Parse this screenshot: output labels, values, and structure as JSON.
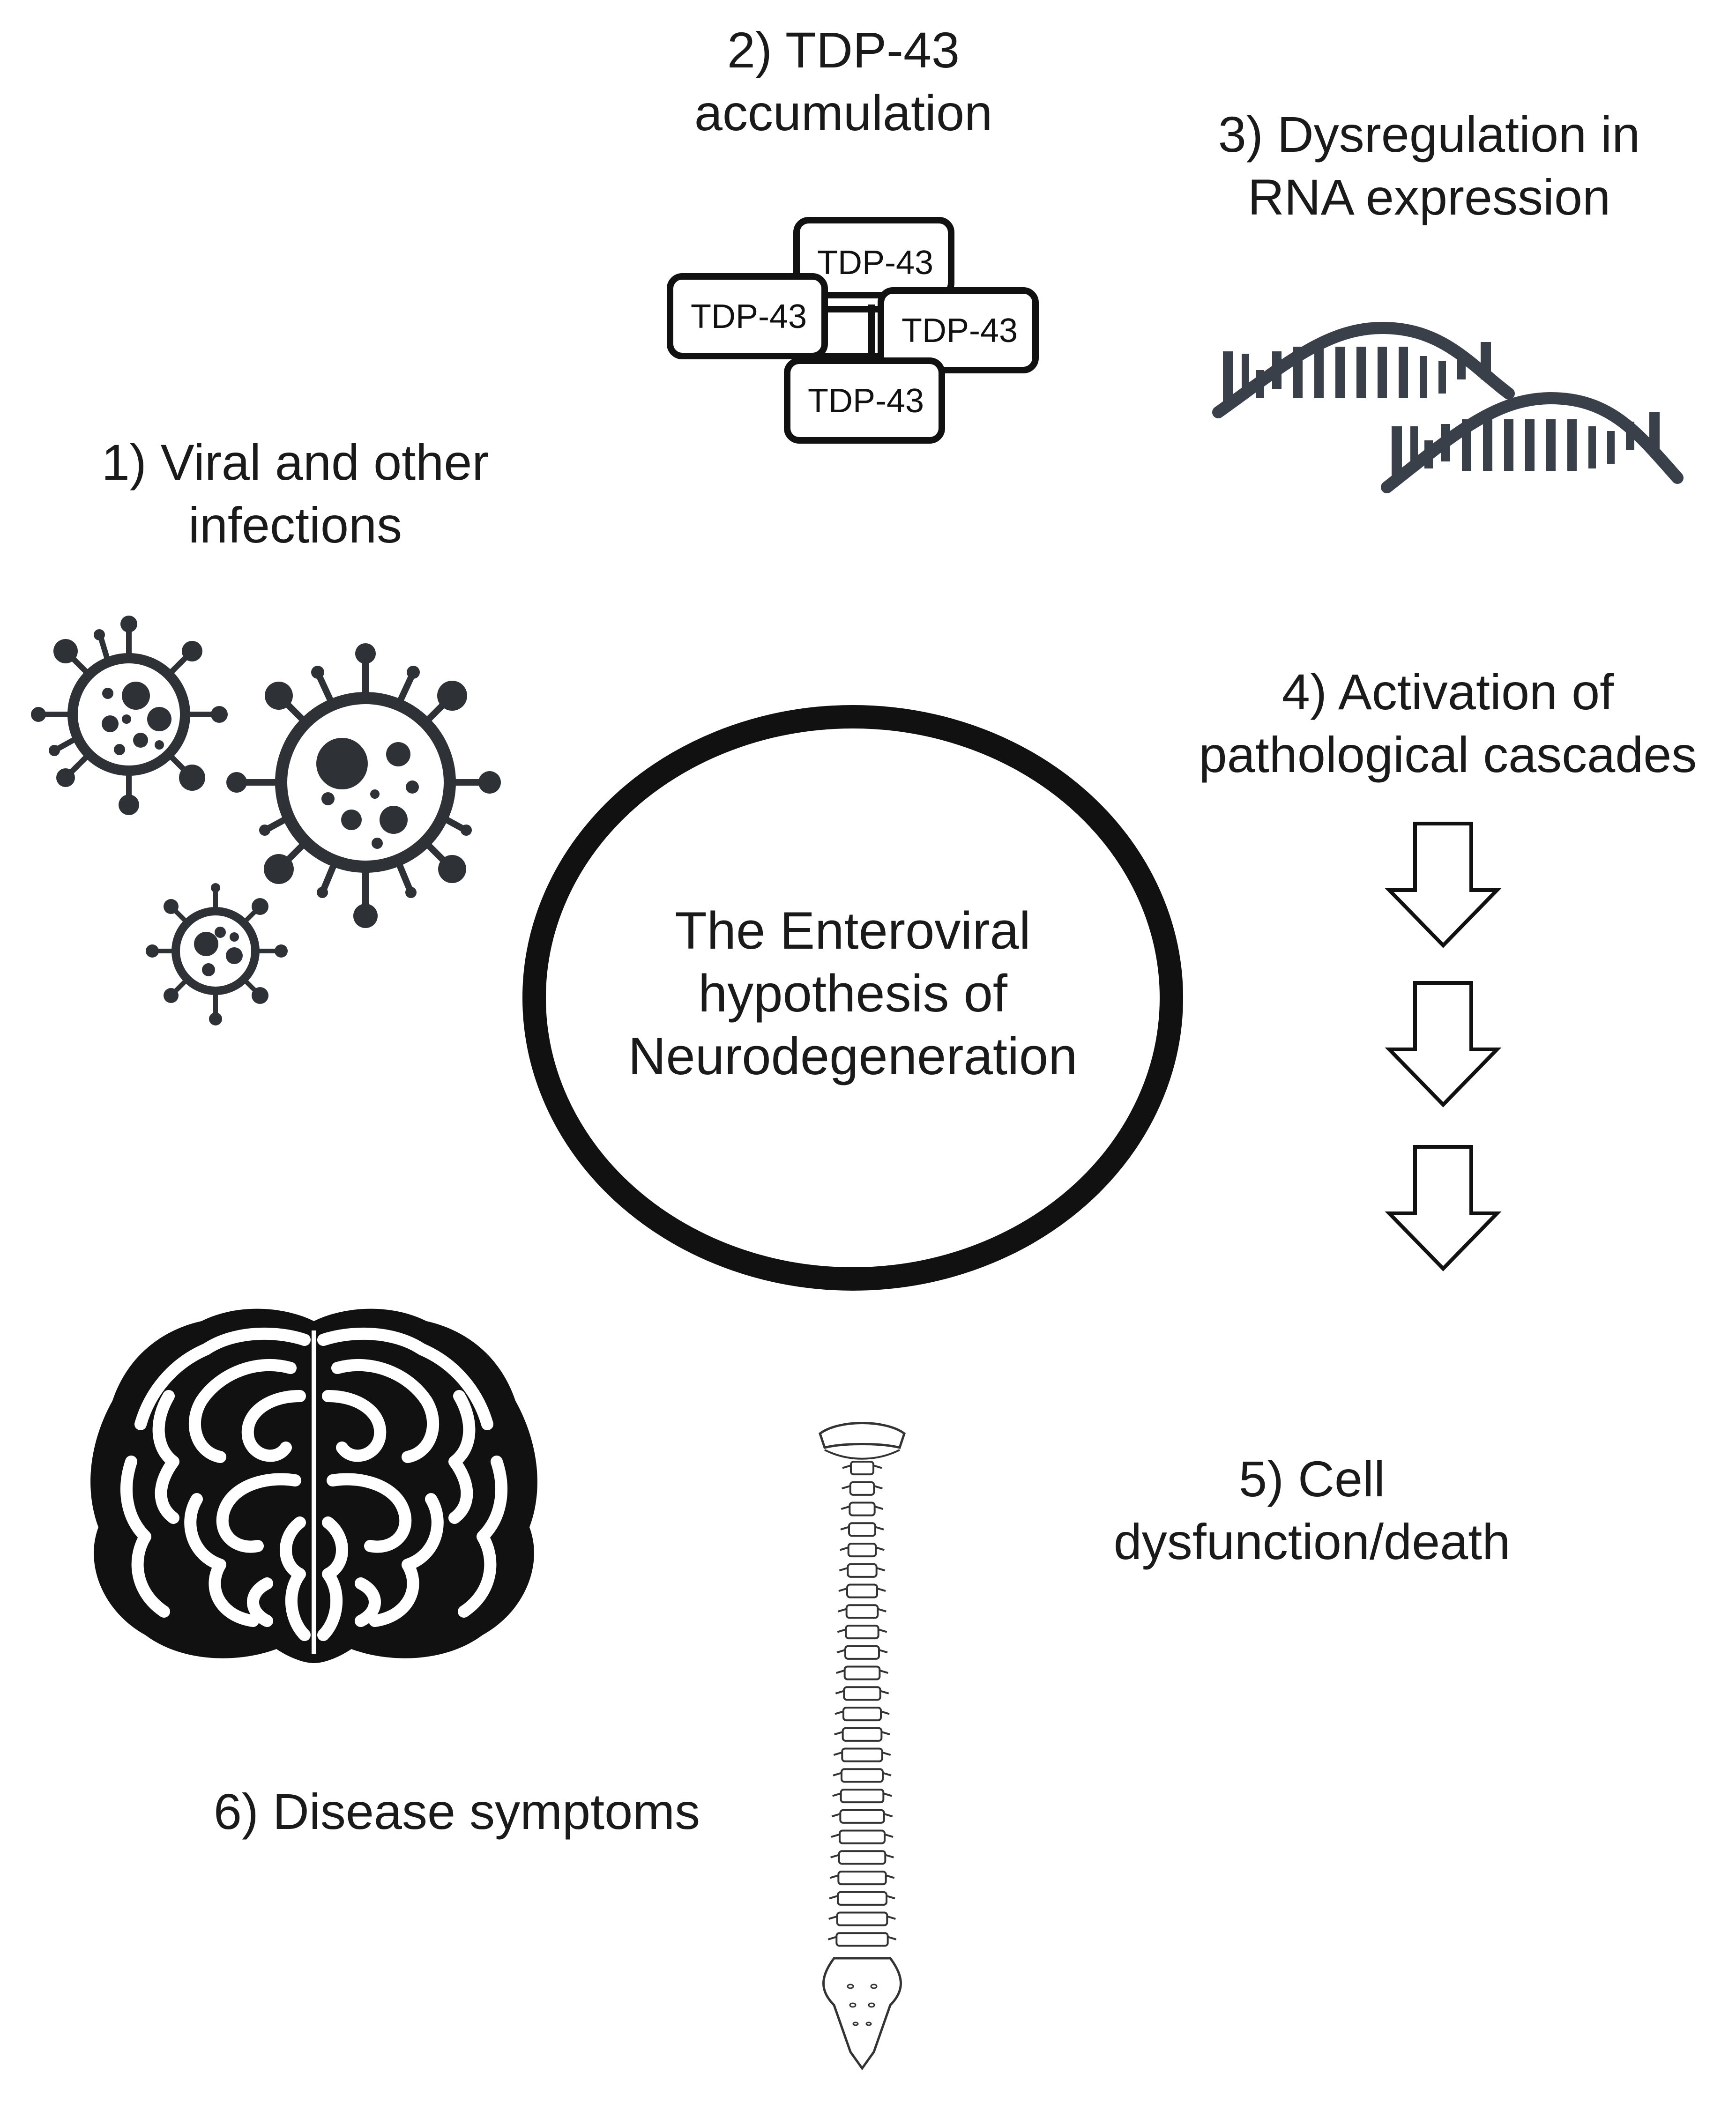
{
  "center": {
    "lines": [
      "The Enteroviral",
      "hypothesis of",
      "Neurodegeneration"
    ]
  },
  "steps": [
    {
      "id": 1,
      "lines": [
        "1) Viral and other",
        "infections"
      ],
      "icon": "virus-icon"
    },
    {
      "id": 2,
      "lines": [
        "2) TDP-43",
        "accumulation"
      ],
      "icon": "tdp43-aggregate-icon"
    },
    {
      "id": 3,
      "lines": [
        "3) Dysregulation in",
        "RNA expression"
      ],
      "icon": "rna-strand-icon"
    },
    {
      "id": 4,
      "lines": [
        "4) Activation of",
        "pathological cascades"
      ],
      "icon": "down-arrow-icon"
    },
    {
      "id": 5,
      "lines": [
        "5) Cell",
        "dysfunction/death"
      ],
      "icon": "spine-icon"
    },
    {
      "id": 6,
      "lines": [
        "6) Disease symptoms"
      ],
      "icon": "brain-icon"
    }
  ],
  "tdp43_boxes": [
    "TDP-43",
    "TDP-43",
    "TDP-43",
    "TDP-43"
  ],
  "colors": {
    "ink": "#1a1a1a",
    "icon": "#2e3136",
    "rna": "#3a4049",
    "background": "#ffffff"
  }
}
